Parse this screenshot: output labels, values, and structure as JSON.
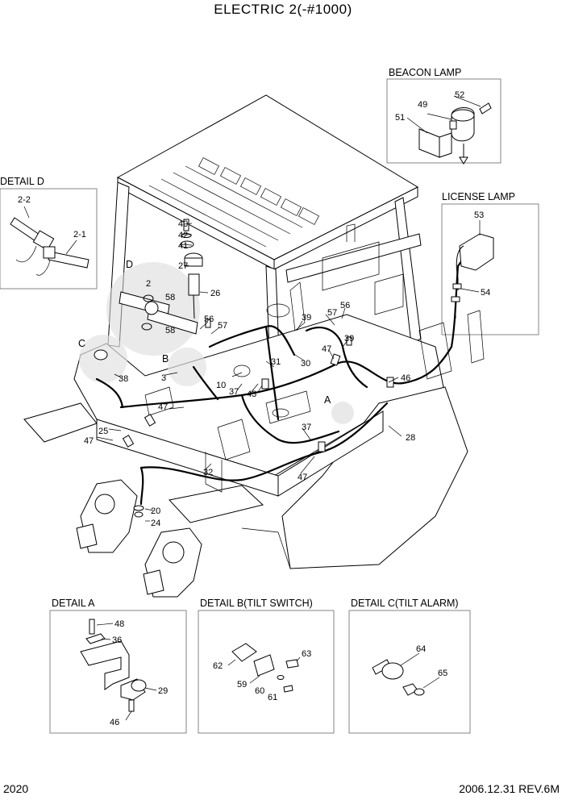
{
  "title": "ELECTRIC 2(-#1000)",
  "page_number": "2020",
  "revision": "2006.12.31 REV.6M",
  "details": {
    "beacon": "BEACON LAMP",
    "license": "LICENSE LAMP",
    "d": "DETAIL D",
    "a": "DETAIL A",
    "b": "DETAIL B(TILT SWITCH)",
    "c": "DETAIL C(TILT ALARM)"
  },
  "letters": {
    "a": "A",
    "b": "B",
    "c": "C",
    "d": "D"
  },
  "parts": {
    "p2": "2",
    "p2_1": "2-1",
    "p2_2": "2-2",
    "p3": "3",
    "p10": "10",
    "p20": "20",
    "p24": "24",
    "p25": "25",
    "p26": "26",
    "p27": "27",
    "p28": "28",
    "p29": "29",
    "p30": "30",
    "p31": "31",
    "p32": "32",
    "p36": "36",
    "p37": "37",
    "p37b": "37",
    "p38": "38",
    "p39": "39",
    "p39b": "39",
    "p40": "40",
    "p41": "41",
    "p42": "42",
    "p43": "43",
    "p46": "46",
    "p46b": "46",
    "p47": "47",
    "p47b": "47",
    "p47c": "47",
    "p47d": "47",
    "p48": "48",
    "p49": "49",
    "p51": "51",
    "p52": "52",
    "p53": "53",
    "p54": "54",
    "p56": "56",
    "p56b": "56",
    "p57": "57",
    "p57b": "57",
    "p58": "58",
    "p58b": "58",
    "p59": "59",
    "p60": "60",
    "p61": "61",
    "p62": "62",
    "p63": "63",
    "p64": "64",
    "p65": "65"
  }
}
